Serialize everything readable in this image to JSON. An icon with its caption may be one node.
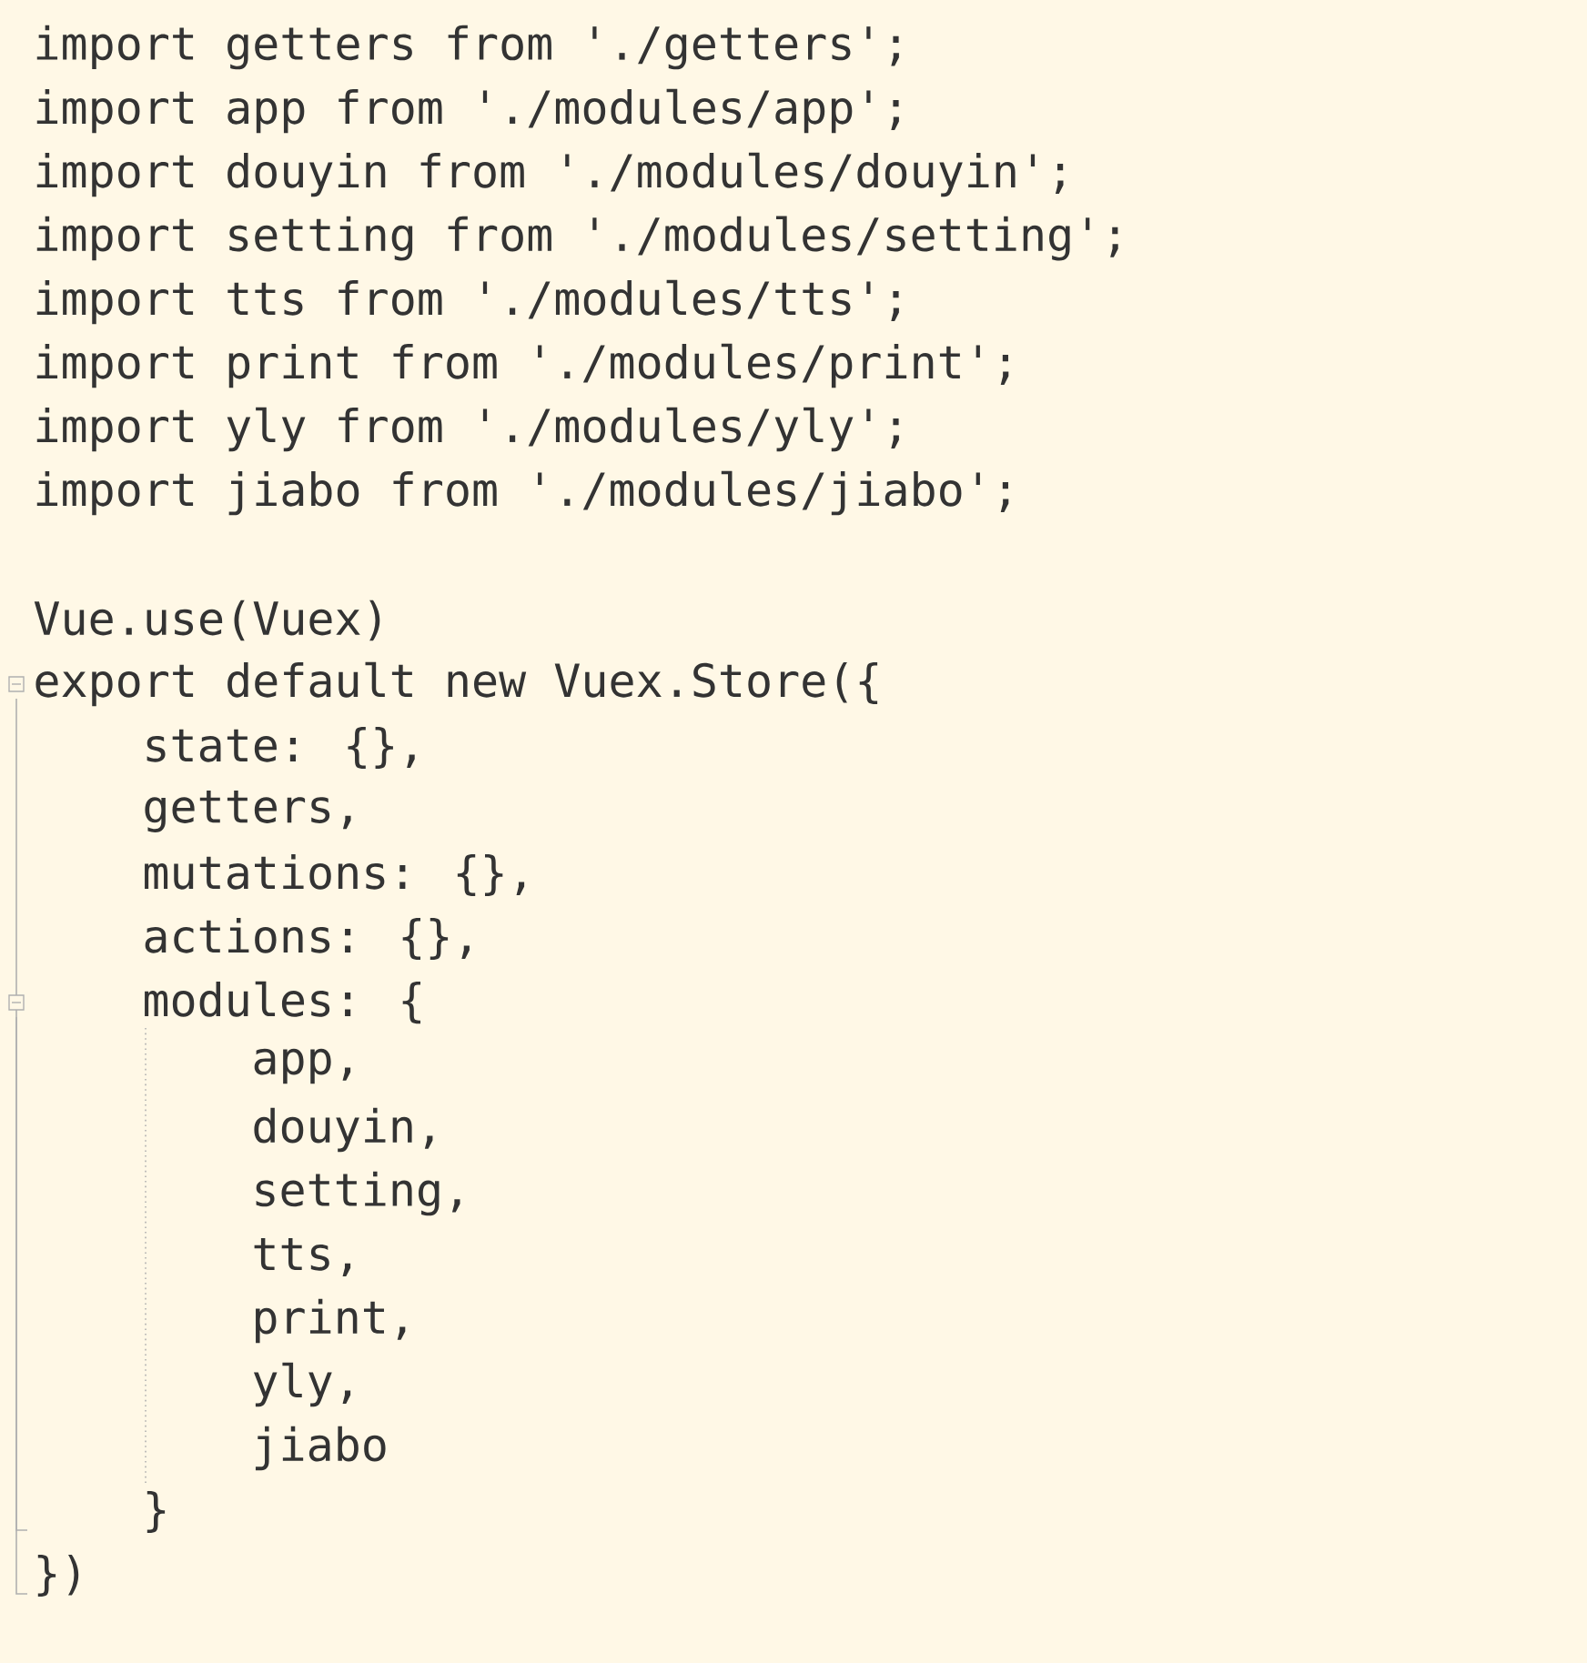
{
  "diagram": {
    "labels": [
      "import getters from './getters';",
      "import app from './modules/app';",
      "import douyin from './modules/douyin';",
      "import setting from './modules/setting';",
      "import tts from './modules/tts';",
      "import print from './modules/print';",
      "import yly from './modules/yly';",
      "import jiabo from './modules/jiabo';",
      "Vue.use(Vuex)",
      "export default new Vuex.Store({",
      "state: {},",
      "getters,",
      "mutations: {},",
      "actions: {},",
      "modules: {",
      "app,",
      "douyin,",
      "setting,",
      "tts,",
      "print,",
      "yly,",
      "jiabo",
      "}",
      "})"
    ]
  }
}
